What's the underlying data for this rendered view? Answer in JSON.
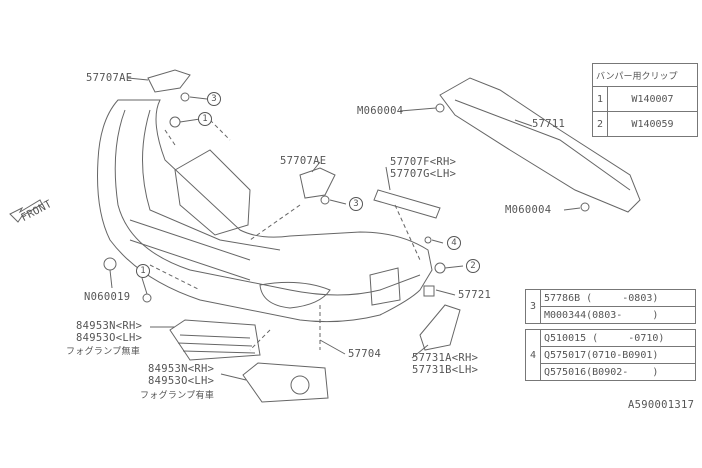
{
  "diagram_id": "A590001317",
  "front_label": "FRONT",
  "labels": {
    "bracket_upper": "57707AE",
    "bracket_center": "57707AE",
    "bracket_rh": "57707F<RH>",
    "bracket_lh": "57707G<LH>",
    "bolt_left": "M060004",
    "bolt_right": "M060004",
    "reinforcement": "57711",
    "nut": "N060019",
    "clip": "57721",
    "bumper_face": "57704",
    "cover_rh": "57731A<RH>",
    "cover_lh": "57731B<LH>",
    "grille1_rh": "84953N<RH>",
    "grille1_lh": "84953O<LH>",
    "grille1_note": "フォグランプ無車",
    "grille2_rh": "84953N<RH>",
    "grille2_lh": "84953O<LH>",
    "grille2_note": "フォグランプ有車"
  },
  "callouts": {
    "c1": "1",
    "c2": "2",
    "c3": "3",
    "c4": "4"
  },
  "clip_table": {
    "header": "バンパー用クリップ",
    "rows": [
      {
        "ref": "1",
        "part": "W140007"
      },
      {
        "ref": "2",
        "part": "W140059"
      }
    ]
  },
  "table3": {
    "ref": "3",
    "rows": [
      "57786B (     -0803)",
      "M000344(0803-     )"
    ]
  },
  "table4": {
    "ref": "4",
    "rows": [
      "Q510015 (     -0710)",
      "Q575017(0710-B0901)",
      "Q575016(B0902-    )"
    ]
  }
}
